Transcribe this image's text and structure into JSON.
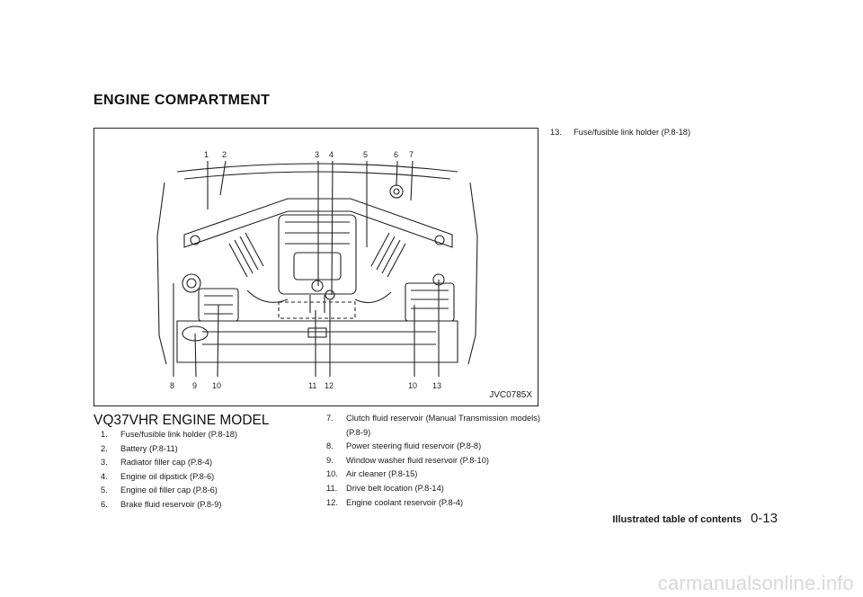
{
  "section_title": "ENGINE COMPARTMENT",
  "figure": {
    "code": "JVC0785X",
    "top_callouts": [
      "1",
      "2",
      "3",
      "4",
      "5",
      "6",
      "7"
    ],
    "bottom_callouts": [
      "8",
      "9",
      "10",
      "11",
      "12",
      "10",
      "13"
    ]
  },
  "model_title": "VQ37VHR ENGINE MODEL",
  "items_col1": [
    {
      "num": "1.",
      "text": "Fuse/fusible link holder (P.8-18)"
    },
    {
      "num": "2.",
      "text": "Battery (P.8-11)"
    },
    {
      "num": "3.",
      "text": "Radiator filler cap (P.8-4)"
    },
    {
      "num": "4.",
      "text": "Engine oil dipstick (P.8-6)"
    },
    {
      "num": "5.",
      "text": "Engine oil filler cap (P.8-6)"
    },
    {
      "num": "6.",
      "text": "Brake fluid reservoir (P.8-9)"
    }
  ],
  "items_col2": [
    {
      "num": "7.",
      "text": "Clutch fluid reservoir (Manual Transmission models) (P.8-9)"
    },
    {
      "num": "8.",
      "text": "Power steering fluid reservoir (P.8-8)"
    },
    {
      "num": "9.",
      "text": "Window washer fluid reservoir (P.8-10)"
    },
    {
      "num": "10.",
      "text": "Air cleaner (P.8-15)"
    },
    {
      "num": "11.",
      "text": "Drive belt location (P.8-14)"
    },
    {
      "num": "12.",
      "text": "Engine coolant reservoir (P.8-4)"
    }
  ],
  "items_col3": [
    {
      "num": "13.",
      "text": "Fuse/fusible link holder (P.8-18)"
    }
  ],
  "footer": {
    "label": "Illustrated table of contents",
    "page": "0-13"
  },
  "watermark": "carmanualsonline.info"
}
